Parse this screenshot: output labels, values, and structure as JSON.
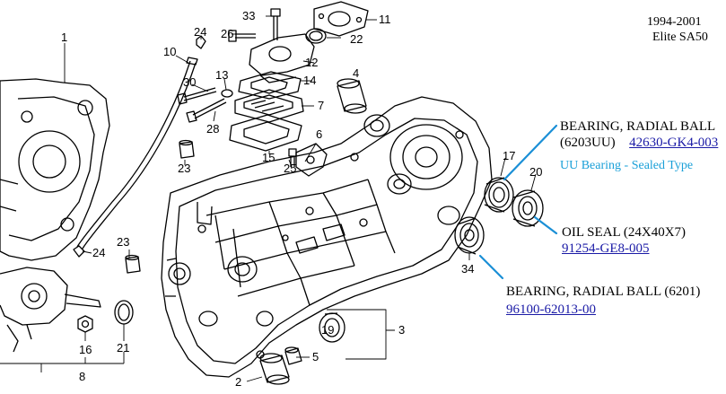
{
  "header": {
    "years": "1994-2001",
    "model": "Elite SA50"
  },
  "callouts": {
    "bearing_6203": {
      "name": "BEARING, RADIAL BALL",
      "size": "(6203UU)",
      "part_no": "42630-GK4-003",
      "note": "UU Bearing - Sealed Type"
    },
    "oil_seal": {
      "name": "OIL SEAL (24X40X7)",
      "part_no": "91254-GE8-005"
    },
    "bearing_6201": {
      "name": "BEARING, RADIAL BALL (6201)",
      "part_no": "96100-62013-00"
    }
  },
  "ref_numbers": {
    "n1": "1",
    "n2": "2",
    "n3": "3",
    "n4": "4",
    "n5": "5",
    "n6": "6",
    "n7": "7",
    "n8": "8",
    "n10": "10",
    "n11": "11",
    "n12": "12",
    "n13": "13",
    "n14": "14",
    "n15": "15",
    "n16": "16",
    "n17": "17",
    "n19": "19",
    "n20": "20",
    "n21": "21",
    "n22": "22",
    "n23a": "23",
    "n23b": "23",
    "n24a": "24",
    "n24b": "24",
    "n25": "25",
    "n26": "26",
    "n28": "28",
    "n30": "30",
    "n33": "33",
    "n34": "34"
  },
  "colors": {
    "line": "#000000",
    "link": "#1a1aa6",
    "note": "#1aa0d8",
    "leader": "#1a8fd6"
  }
}
